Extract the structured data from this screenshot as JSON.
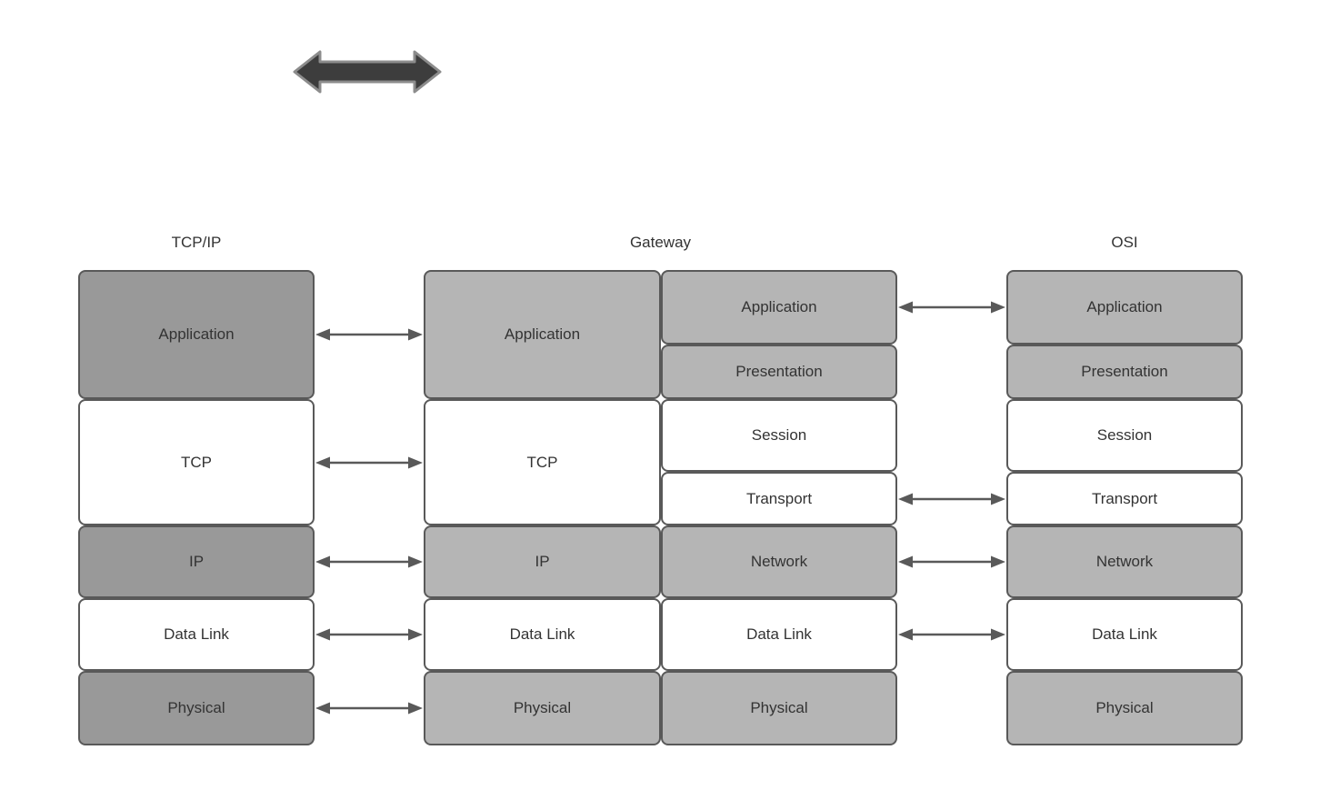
{
  "diagram": {
    "type": "protocol-stack-comparison",
    "colors": {
      "dark_gray_fill": "#999999",
      "light_gray_fill": "#b5b5b5",
      "white_fill": "#ffffff",
      "box_border": "#595959",
      "text": "#333333",
      "thin_arrow": "#595959",
      "block_arrow_fill": "#3d3d3d",
      "block_arrow_stroke": "#8c8c8c",
      "background": "#ffffff"
    },
    "stacks": {
      "tcpip": {
        "title": "TCP/IP",
        "rows": [
          {
            "label": "Application",
            "shade": "dark"
          },
          {
            "label": "TCP",
            "shade": "white"
          },
          {
            "label": "IP",
            "shade": "dark"
          },
          {
            "label": "Data Link",
            "shade": "white"
          },
          {
            "label": "Physical",
            "shade": "dark"
          }
        ]
      },
      "gateway": {
        "title": "Gateway",
        "left_rows": [
          {
            "label": "Application",
            "shade": "light"
          },
          {
            "label": "TCP",
            "shade": "white"
          },
          {
            "label": "IP",
            "shade": "light"
          },
          {
            "label": "Data Link",
            "shade": "white"
          },
          {
            "label": "Physical",
            "shade": "light"
          }
        ],
        "right_rows": [
          {
            "label": "Application",
            "shade": "light"
          },
          {
            "label": "Presentation",
            "shade": "light"
          },
          {
            "label": "Session",
            "shade": "white"
          },
          {
            "label": "Transport",
            "shade": "white"
          },
          {
            "label": "Network",
            "shade": "light"
          },
          {
            "label": "Data Link",
            "shade": "white"
          },
          {
            "label": "Physical",
            "shade": "light"
          }
        ]
      },
      "osi": {
        "title": "OSI",
        "rows": [
          {
            "label": "Application",
            "shade": "light"
          },
          {
            "label": "Presentation",
            "shade": "light"
          },
          {
            "label": "Session",
            "shade": "white"
          },
          {
            "label": "Transport",
            "shade": "white"
          },
          {
            "label": "Network",
            "shade": "light"
          },
          {
            "label": "Data Link",
            "shade": "white"
          },
          {
            "label": "Physical",
            "shade": "light"
          }
        ]
      }
    },
    "connections": {
      "tcpip_to_gateway": [
        "Application",
        "TCP",
        "IP",
        "Data Link",
        "Physical"
      ],
      "gateway_to_osi": [
        "Application",
        "Transport",
        "Network",
        "Data Link"
      ]
    }
  }
}
